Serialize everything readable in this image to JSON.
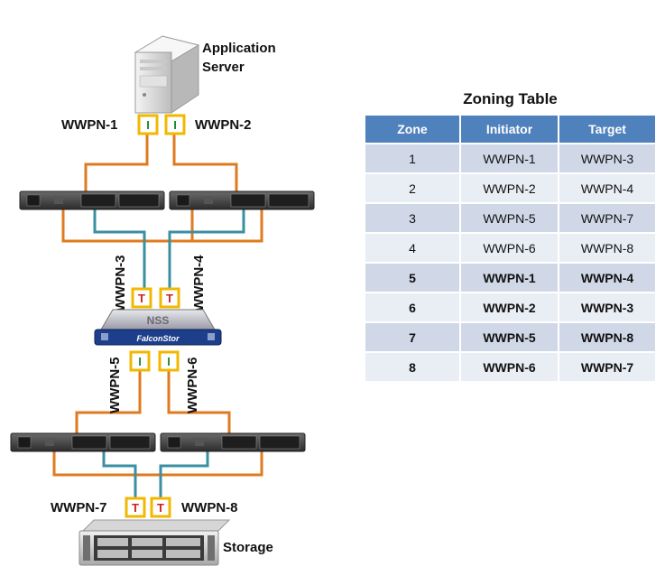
{
  "labels": {
    "app_server_line1": "Application",
    "app_server_line2": "Server",
    "storage": "Storage",
    "nss": "NSS",
    "falconstor": "FalconStor"
  },
  "wwpn": {
    "w1": "WWPN-1",
    "w2": "WWPN-2",
    "w3": "WWPN-3",
    "w4": "WWPN-4",
    "w5": "WWPN-5",
    "w6": "WWPN-6",
    "w7": "WWPN-7",
    "w8": "WWPN-8"
  },
  "ports": {
    "initiator": "I",
    "target": "T"
  },
  "colors": {
    "orange_cable": "#e07a1f",
    "teal_cable": "#3a8fa0",
    "port_border": "#f2b800",
    "target_letter": "#d02020",
    "initiator_letter": "#1d8a2c",
    "table_header": "#4f81bd"
  },
  "zoning_table": {
    "title": "Zoning Table",
    "headers": [
      "Zone",
      "Initiator",
      "Target"
    ],
    "rows": [
      [
        "1",
        "WWPN-1",
        "WWPN-3"
      ],
      [
        "2",
        "WWPN-2",
        "WWPN-4"
      ],
      [
        "3",
        "WWPN-5",
        "WWPN-7"
      ],
      [
        "4",
        "WWPN-6",
        "WWPN-8"
      ],
      [
        "5",
        "WWPN-1",
        "WWPN-4"
      ],
      [
        "6",
        "WWPN-2",
        "WWPN-3"
      ],
      [
        "7",
        "WWPN-5",
        "WWPN-8"
      ],
      [
        "8",
        "WWPN-6",
        "WWPN-7"
      ]
    ]
  }
}
